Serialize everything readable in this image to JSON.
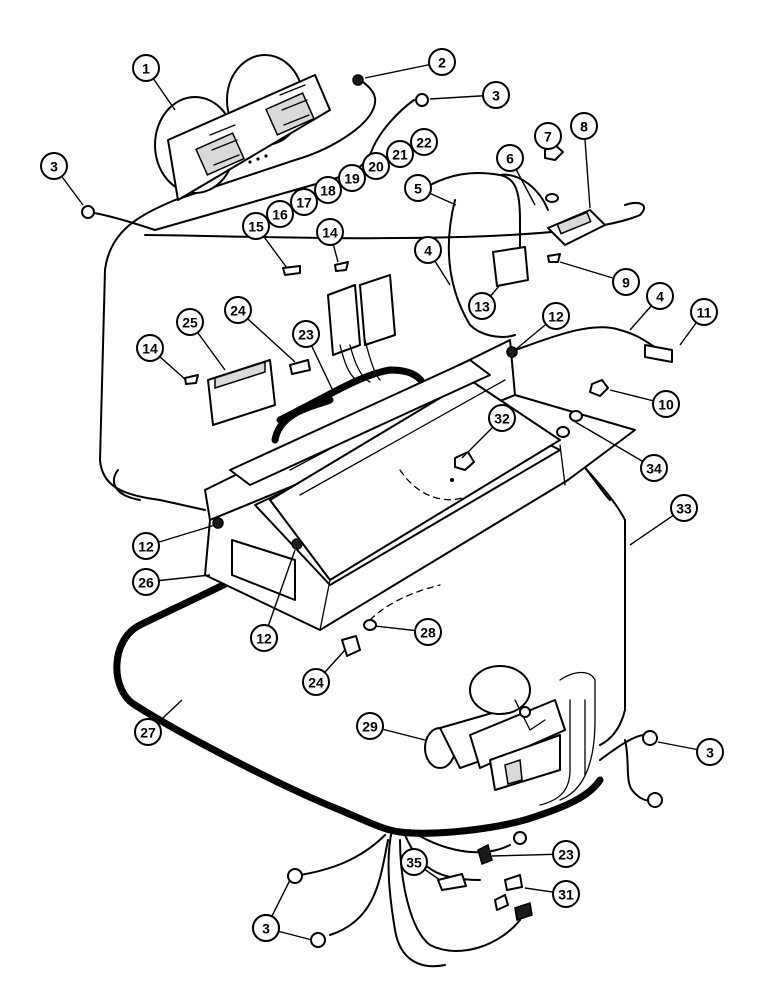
{
  "diagram": {
    "labels": [
      "1",
      "2",
      "3",
      "3",
      "3",
      "3",
      "3",
      "4",
      "4",
      "5",
      "6",
      "7",
      "8",
      "9",
      "10",
      "11",
      "12",
      "12",
      "12",
      "13",
      "14",
      "14",
      "15",
      "16",
      "17",
      "18",
      "19",
      "20",
      "21",
      "22",
      "23",
      "23",
      "24",
      "24",
      "25",
      "26",
      "27",
      "28",
      "29",
      "31",
      "32",
      "33",
      "34",
      "35"
    ]
  }
}
